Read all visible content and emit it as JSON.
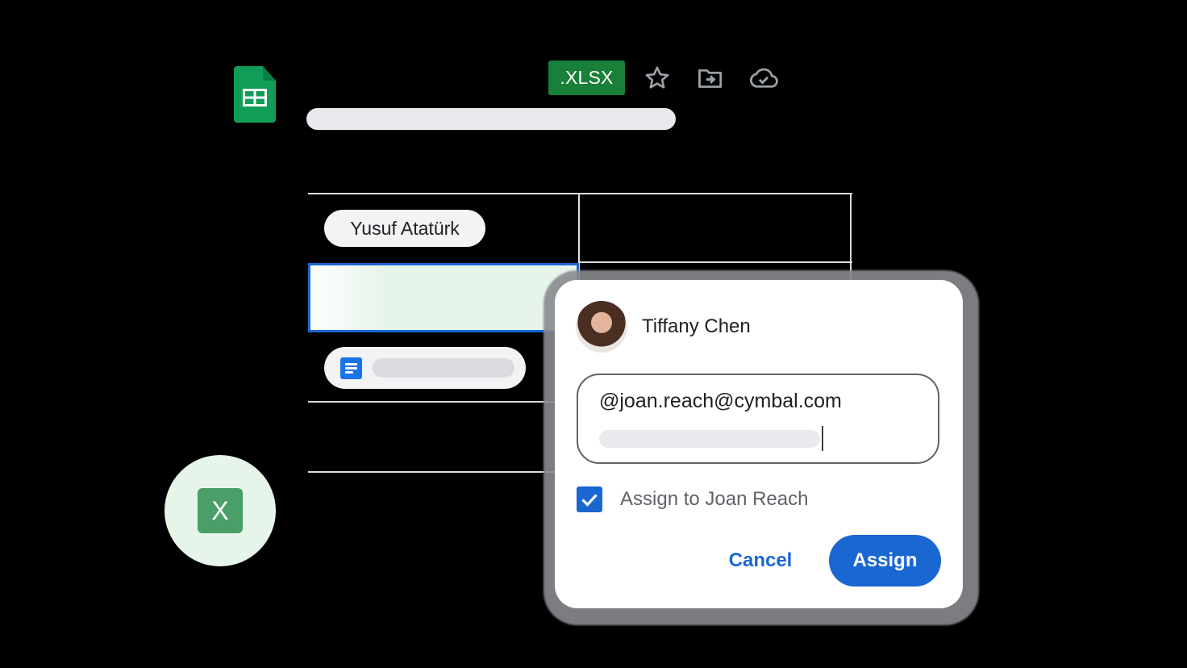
{
  "header": {
    "file_type_badge": ".XLSX",
    "icons": [
      "sheets-logo-icon",
      "star-icon",
      "move-to-folder-icon",
      "cloud-saved-icon"
    ]
  },
  "grid": {
    "person_chip": "Yusuf Atatürk",
    "doc_chip_icon": "google-docs-icon"
  },
  "excel_badge": {
    "letter": "X",
    "icon": "excel-icon"
  },
  "assign_dialog": {
    "user_name": "Tiffany Chen",
    "mention_value": "@joan.reach@cymbal.com",
    "checkbox_label": "Assign to Joan Reach",
    "checkbox_checked": true,
    "cancel_label": "Cancel",
    "assign_label": "Assign"
  },
  "colors": {
    "sheets_green": "#0f9d58",
    "xlsx_badge": "#188038",
    "primary_blue": "#1a67d2",
    "excel_green": "#4a9e67",
    "selection_fill": "#e6f4ea"
  }
}
